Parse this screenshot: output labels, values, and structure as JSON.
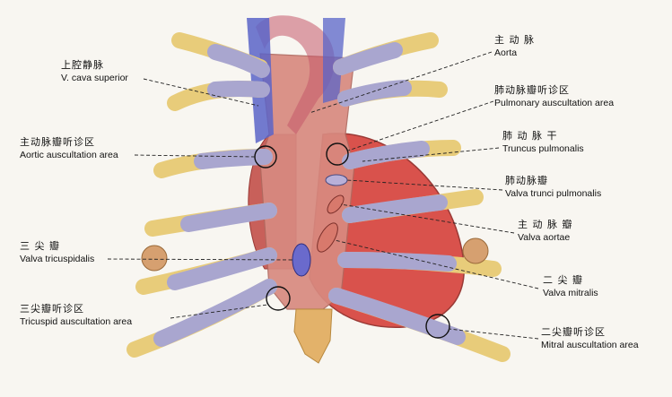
{
  "labels": {
    "v_cava_superior": {
      "zh": "上腔静脉",
      "la": "V. cava superior"
    },
    "aortic_area": {
      "zh": "主动脉瓣听诊区",
      "la": "Aortic auscultation area"
    },
    "valva_tricuspidalis": {
      "zh": "三 尖 瓣",
      "la": "Valva tricuspidalis"
    },
    "tricuspid_area": {
      "zh": "三尖瓣听诊区",
      "la": "Tricuspid auscultation area"
    },
    "aorta": {
      "zh": "主 动 脉",
      "la": "Aorta"
    },
    "pulmonary_area": {
      "zh": "肺动脉瓣听诊区",
      "la": "Pulmonary auscultation area"
    },
    "truncus_pulmonalis": {
      "zh": "肺 动 脉 干",
      "la": "Truncus pulmonalis"
    },
    "valva_trunci": {
      "zh": "肺动脉瓣",
      "la": "Valva trunci pulmonalis"
    },
    "valva_aortae": {
      "zh": "主 动 脉 瓣",
      "la": "Valva aortae"
    },
    "valva_mitralis": {
      "zh": "二 尖 瓣",
      "la": "Valva mitralis"
    },
    "mitral_area": {
      "zh": "二尖瓣听诊区",
      "la": "Mitral auscultation area"
    }
  },
  "colors": {
    "background": "#f8f6f1",
    "bone": "#e8cc7a",
    "cartilage": "#a9a6cf",
    "heart_red": "#d9524c",
    "heart_pink": "#d88a80",
    "vessel_blue": "#5a64c8",
    "leader_line": "#222222"
  }
}
